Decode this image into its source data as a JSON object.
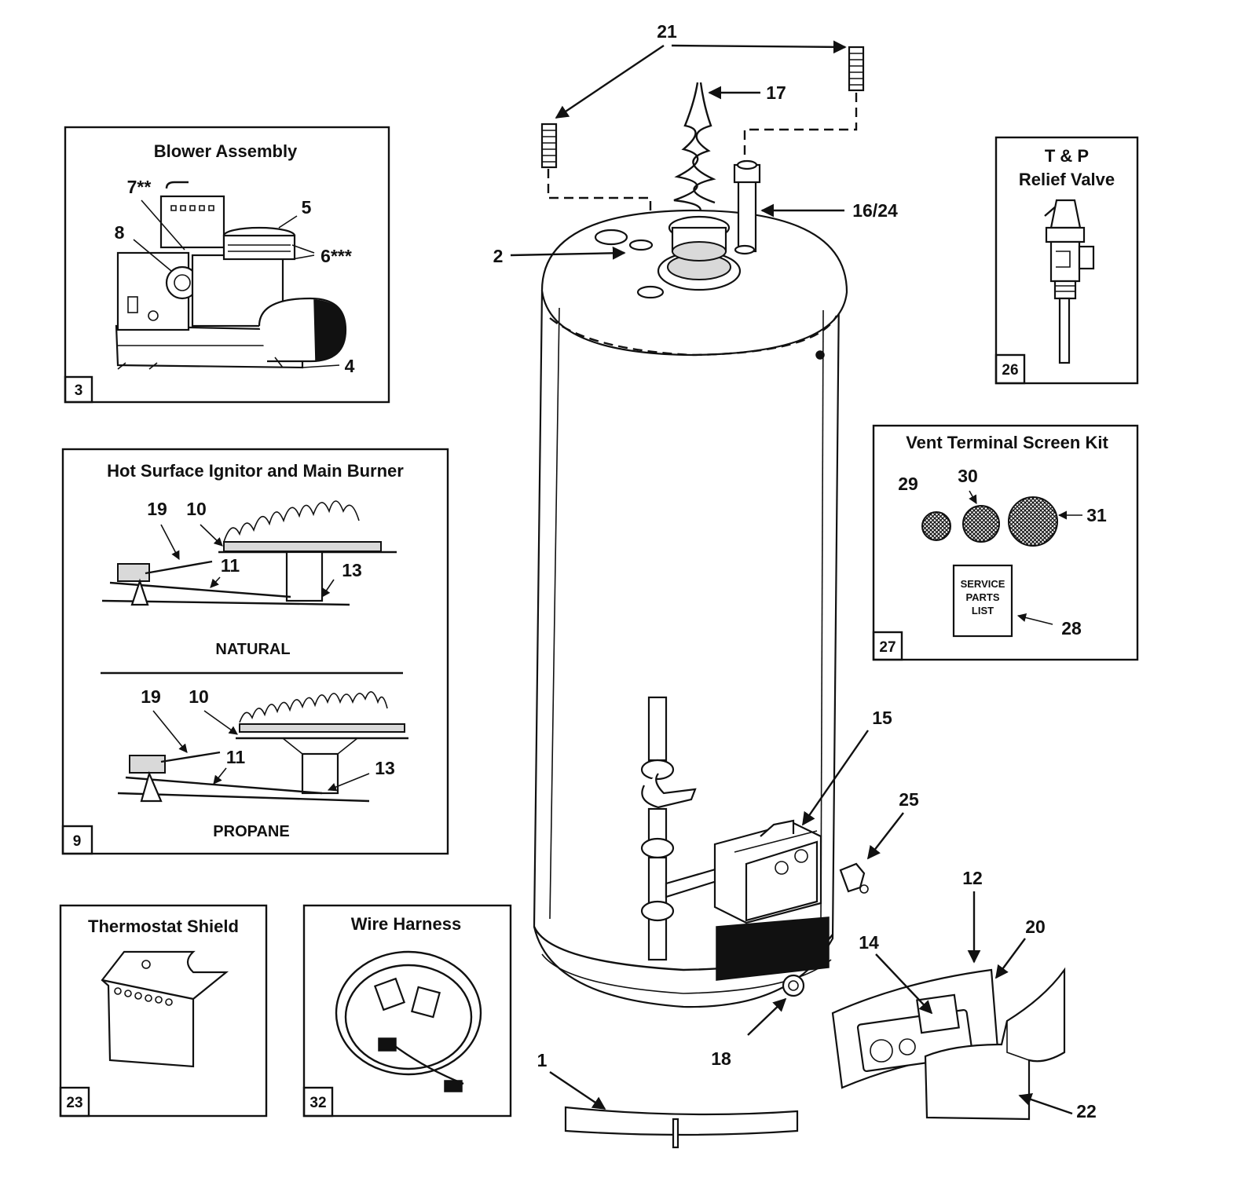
{
  "panels": {
    "blower": {
      "title": "Blower Assembly",
      "box_number": "3",
      "callouts": {
        "c7": "7**",
        "c8": "8",
        "c5": "5",
        "c6": "6***",
        "c4": "4"
      }
    },
    "ignitor": {
      "title": "Hot Surface Ignitor and Main Burner",
      "box_number": "9",
      "natural_label": "NATURAL",
      "propane_label": "PROPANE",
      "callouts": {
        "n19": "19",
        "n10": "10",
        "n11": "11",
        "n13": "13",
        "p19": "19",
        "p10": "10",
        "p11": "11",
        "p13": "13"
      }
    },
    "thermostat_shield": {
      "title": "Thermostat Shield",
      "box_number": "23"
    },
    "wire_harness": {
      "title": "Wire Harness",
      "box_number": "32"
    },
    "tp_valve": {
      "title_line1": "T & P",
      "title_line2": "Relief  Valve",
      "box_number": "26"
    },
    "vent_kit": {
      "title": "Vent Terminal Screen Kit",
      "box_number": "27",
      "callouts": {
        "c29": "29",
        "c30": "30",
        "c31": "31",
        "c28": "28"
      },
      "service_list": [
        "SERVICE",
        "PARTS",
        "LIST"
      ]
    }
  },
  "heater_callouts": {
    "c21": "21",
    "c17": "17",
    "c16_24": "16/24",
    "c2": "2",
    "c15": "15",
    "c25": "25",
    "c12": "12",
    "c20": "20",
    "c14": "14",
    "c18": "18",
    "c1": "1",
    "c22": "22"
  }
}
